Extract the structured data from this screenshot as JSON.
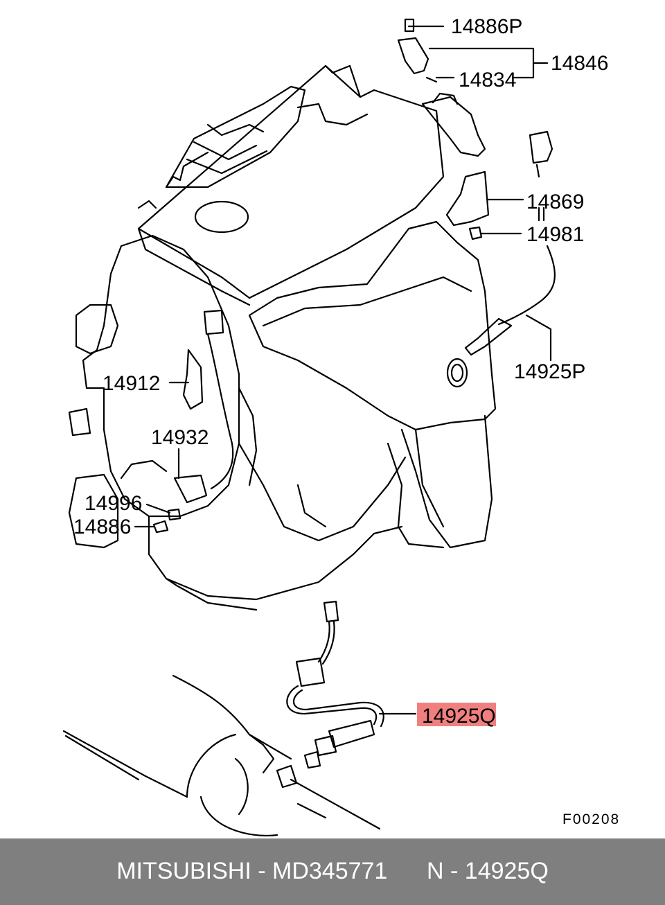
{
  "labels": {
    "p14886P": "14886P",
    "p14846": "14846",
    "p14834": "14834",
    "p14869": "14869",
    "p14981": "14981",
    "p14925P": "14925P",
    "p14912": "14912",
    "p14932": "14932",
    "p14996": "14996",
    "p14886": "14886",
    "p14925Q": "14925Q"
  },
  "highlight_color": "#f08080",
  "figure_code": "F00208",
  "footer": {
    "text": "MITSUBISHI - MD345771      N - 14925Q",
    "background": "#7f7f7f"
  }
}
